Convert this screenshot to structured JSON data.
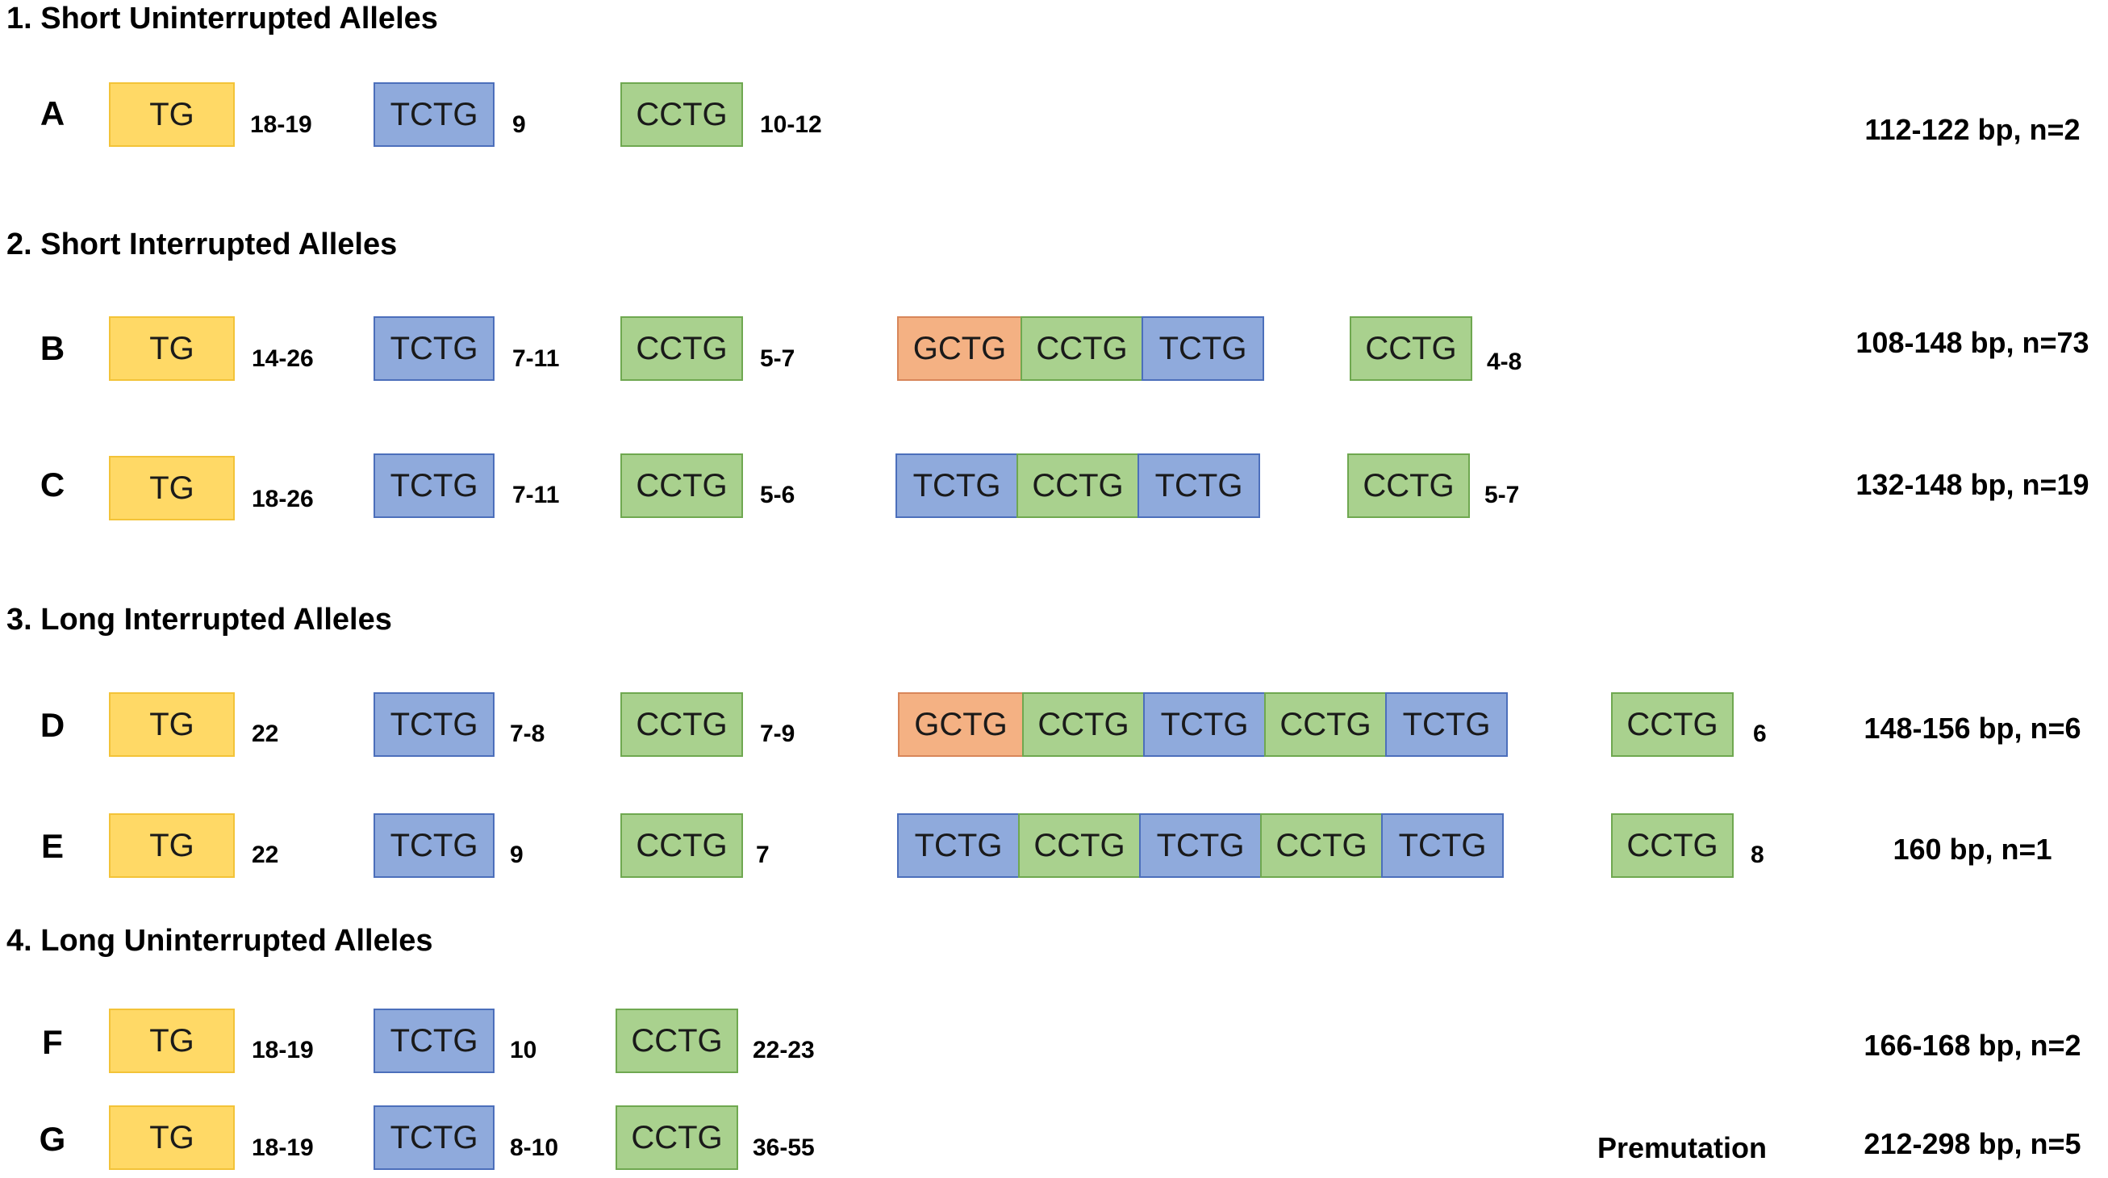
{
  "sections": {
    "s1": "1. Short Uninterrupted Alleles",
    "s2": "2. Short Interrupted Alleles",
    "s3": "3. Long Interrupted Alleles",
    "s4": "4. Long Uninterrupted Alleles"
  },
  "colors": {
    "TG": "#ffd966",
    "TCTG": "#8faadc",
    "CCTG": "#a9d18e",
    "GCTG": "#f4b183"
  },
  "rows": {
    "A": {
      "label": "A",
      "tg": "TG",
      "tg_n": "18-19",
      "tctg": "TCTG",
      "tctg_n": "9",
      "cctg": "CCTG",
      "cctg_n": "10-12",
      "summary": "112-122 bp, n=2"
    },
    "B": {
      "label": "B",
      "tg": "TG",
      "tg_n": "14-26",
      "tctg": "TCTG",
      "tctg_n": "7-11",
      "cctg": "CCTG",
      "cctg_n": "5-7",
      "interruption": [
        "GCTG",
        "CCTG",
        "TCTG"
      ],
      "tail": "CCTG",
      "tail_n": "4-8",
      "summary": "108-148 bp, n=73"
    },
    "C": {
      "label": "C",
      "tg": "TG",
      "tg_n": "18-26",
      "tctg": "TCTG",
      "tctg_n": "7-11",
      "cctg": "CCTG",
      "cctg_n": "5-6",
      "interruption": [
        "TCTG",
        "CCTG",
        "TCTG"
      ],
      "tail": "CCTG",
      "tail_n": "5-7",
      "summary": "132-148 bp, n=19"
    },
    "D": {
      "label": "D",
      "tg": "TG",
      "tg_n": "22",
      "tctg": "TCTG",
      "tctg_n": "7-8",
      "cctg": "CCTG",
      "cctg_n": "7-9",
      "interruption": [
        "GCTG",
        "CCTG",
        "TCTG",
        "CCTG",
        "TCTG"
      ],
      "tail": "CCTG",
      "tail_n": "6",
      "summary": "148-156 bp, n=6"
    },
    "E": {
      "label": "E",
      "tg": "TG",
      "tg_n": "22",
      "tctg": "TCTG",
      "tctg_n": "9",
      "cctg": "CCTG",
      "cctg_n": "7",
      "interruption": [
        "TCTG",
        "CCTG",
        "TCTG",
        "CCTG",
        "TCTG"
      ],
      "tail": "CCTG",
      "tail_n": "8",
      "summary": "160 bp, n=1"
    },
    "F": {
      "label": "F",
      "tg": "TG",
      "tg_n": "18-19",
      "tctg": "TCTG",
      "tctg_n": "10",
      "cctg": "CCTG",
      "cctg_n": "22-23",
      "summary": "166-168 bp, n=2"
    },
    "G": {
      "label": "G",
      "tg": "TG",
      "tg_n": "18-19",
      "tctg": "TCTG",
      "tctg_n": "8-10",
      "cctg": "CCTG",
      "cctg_n": "36-55",
      "note": "Premutation",
      "summary": "212-298 bp, n=5"
    }
  }
}
